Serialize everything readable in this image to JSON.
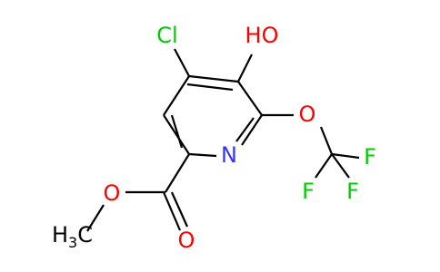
{
  "atoms": {
    "cl": {
      "label": "Cl",
      "color": "#00cc00"
    },
    "oh": {
      "label": "HO",
      "color": "#ff0000"
    },
    "ring_o": {
      "label": "O",
      "color": "#ff0000"
    },
    "n": {
      "label": "N",
      "color": "#3333ff"
    },
    "f1": {
      "label": "F",
      "color": "#00cc00"
    },
    "f2": {
      "label": "F",
      "color": "#00cc00"
    },
    "f3": {
      "label": "F",
      "color": "#00cc00"
    },
    "ester_o_single": {
      "label": "O",
      "color": "#ff0000"
    },
    "ester_o_double": {
      "label": "O",
      "color": "#ff0000"
    },
    "methyl": {
      "label_main": "H",
      "label_sub": "3",
      "label_tail": "C",
      "color": "#000000"
    }
  }
}
